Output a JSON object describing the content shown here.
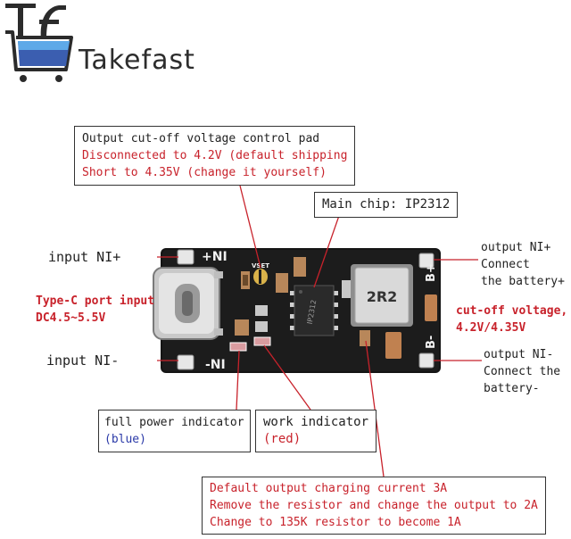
{
  "brand": {
    "name": "Takefast"
  },
  "callouts": {
    "cutoff_pad": {
      "line1": "Output cut-off voltage control pad",
      "line2": "Disconnected to 4.2V (default shipping",
      "line3": "Short to 4.35V (change it yourself)"
    },
    "main_chip": {
      "text": "Main chip: IP2312"
    },
    "input_pos": {
      "text": "input NI+"
    },
    "typec": {
      "line1": "Type-C port input",
      "line2": "DC4.5~5.5V"
    },
    "input_neg": {
      "text": "input NI-"
    },
    "output_pos": {
      "line1": "output NI+",
      "line2": "Connect",
      "line3": "the battery+"
    },
    "cutoff_voltage": {
      "line1": "cut-off voltage,",
      "line2": "4.2V/4.35V"
    },
    "output_neg": {
      "line1": "output NI-",
      "line2": "Connect the",
      "line3": "battery-"
    },
    "full_power": {
      "line1": "full power indicator",
      "line2": "(blue)"
    },
    "work_indicator": {
      "line1": "work indicator",
      "line2": "(red)"
    },
    "charging_current": {
      "line1": "Default output charging current 3A",
      "line2": "Remove the resistor and change the output to 2A",
      "line3": "Change to 135K resistor to become 1A"
    }
  },
  "board": {
    "silk_in_pos": "+NI",
    "silk_in_neg": "-NI",
    "silk_out_pos": "B+",
    "silk_out_neg": "B-",
    "silk_vset": "VSET",
    "inductor_marking": "2R2",
    "chip_marking": "IP2312"
  }
}
